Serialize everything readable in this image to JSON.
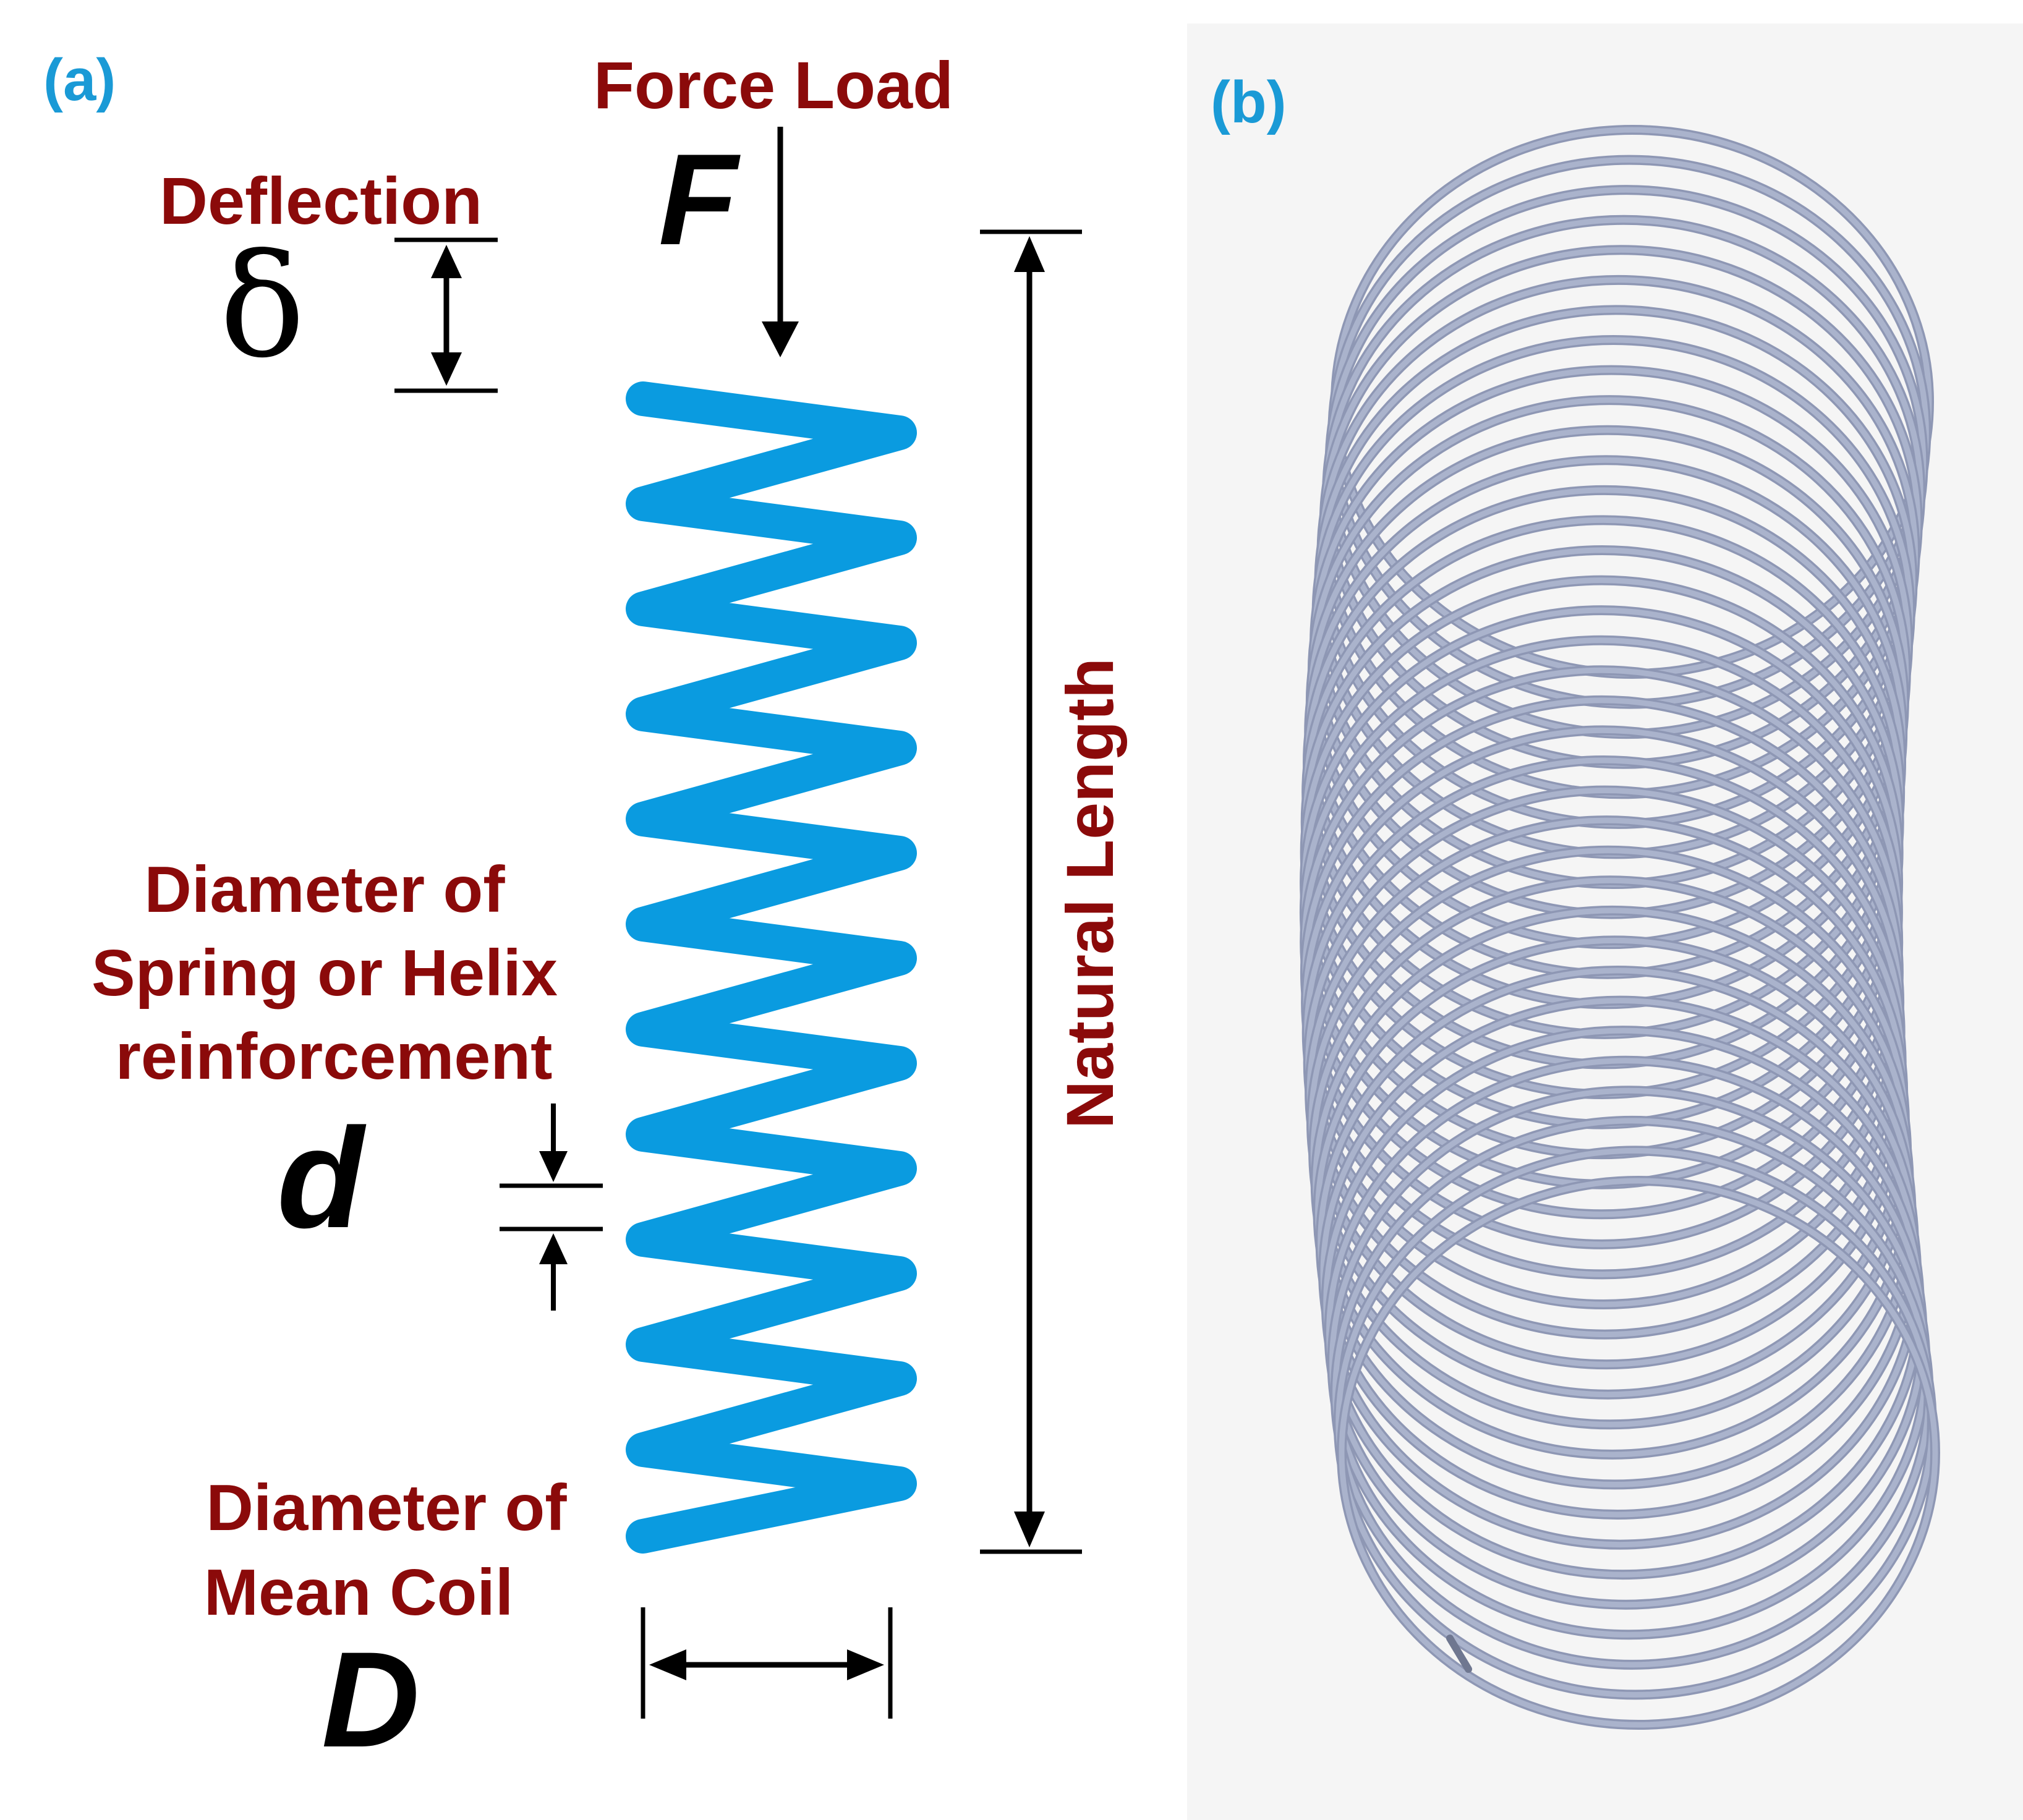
{
  "panel_a": {
    "label": "(a)",
    "force_load": "Force Load",
    "force_symbol": "F",
    "deflection": "Deflection",
    "deflection_symbol": "δ",
    "natural_length": "Natural Length",
    "wire_diameter_line1": "Diameter of",
    "wire_diameter_line2": "Spring or Helix",
    "wire_diameter_line3": "reinforcement",
    "wire_diameter_symbol": "d",
    "mean_coil_line1": "Diameter of",
    "mean_coil_line2": "Mean Coil",
    "mean_coil_symbol": "D"
  },
  "panel_b": {
    "label": "(b)"
  },
  "colors": {
    "spring_blue": "#0a9be0",
    "label_red": "#8b0a0a",
    "panel_label_blue": "#1a9ad6",
    "helix_wire": "#aab3cc",
    "panel_b_bg": "#f5f5f5"
  }
}
